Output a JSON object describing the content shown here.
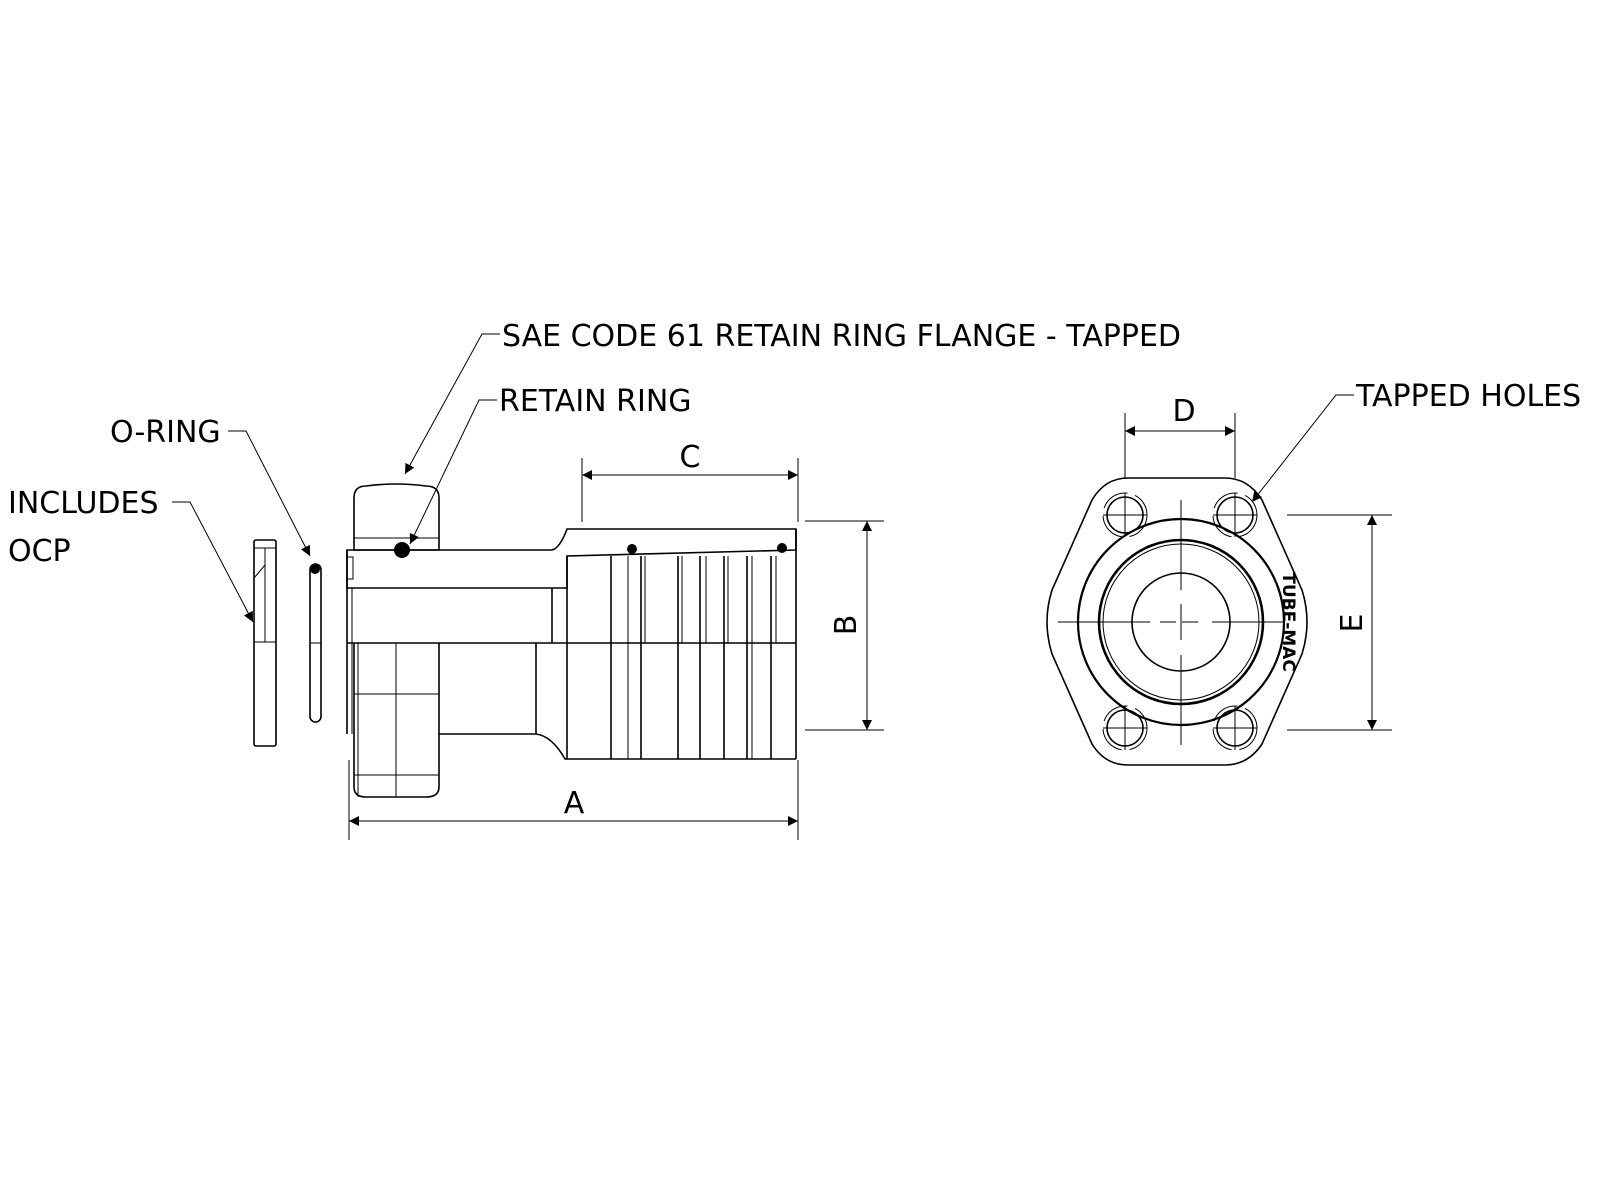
{
  "labels": {
    "flange": "SAE CODE 61 RETAIN RING FLANGE - TAPPED",
    "retain_ring": "RETAIN RING",
    "o_ring": "O-RING",
    "includes_line1": "INCLUDES",
    "includes_line2": "OCP",
    "tapped_holes": "TAPPED HOLES"
  },
  "dimensions": {
    "a": "A",
    "b": "B",
    "c": "C",
    "d": "D",
    "e": "E"
  },
  "brand_mark": "TUBE-MAC",
  "colors": {
    "line": "#000000",
    "background": "#ffffff"
  }
}
